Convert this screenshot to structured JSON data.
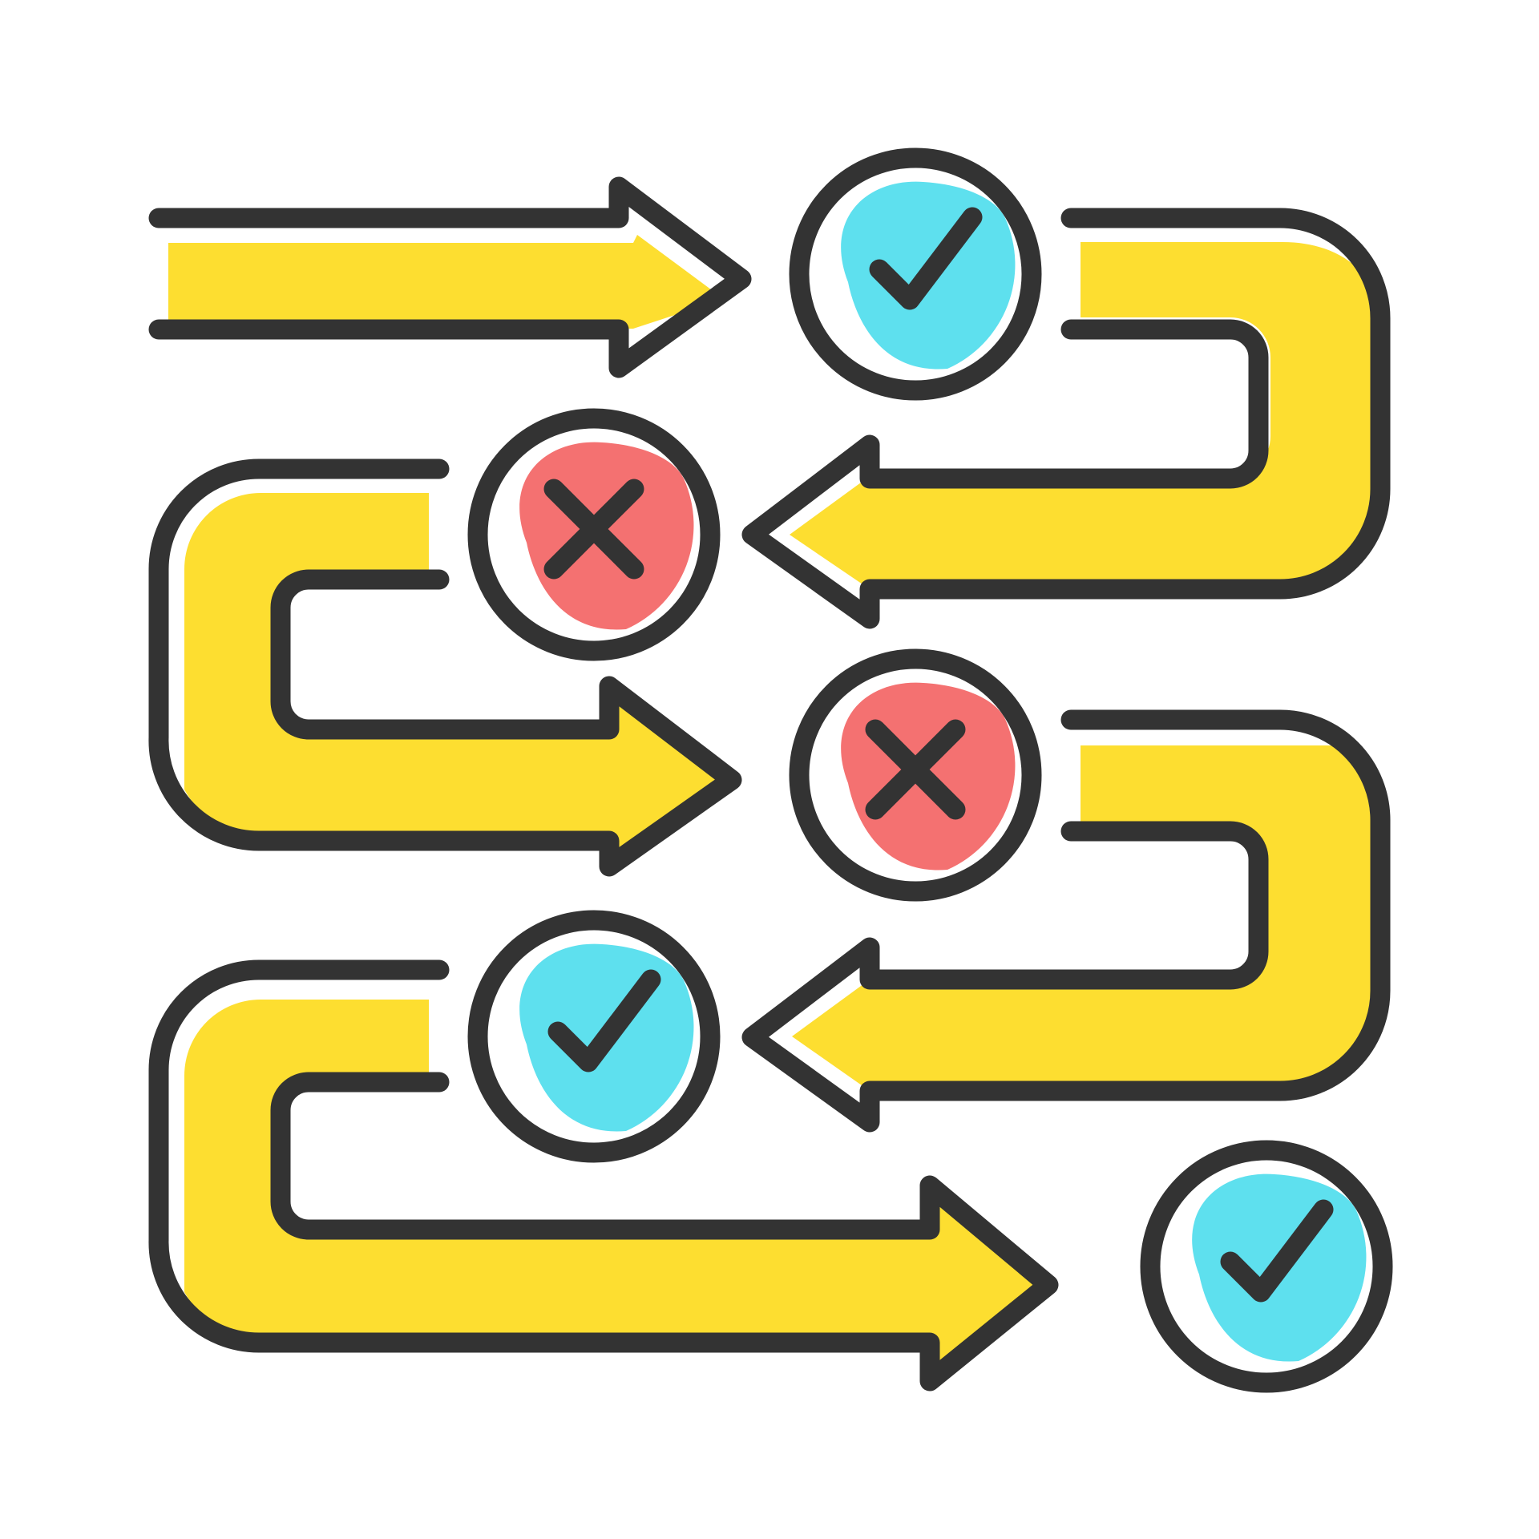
{
  "diagram": {
    "type": "process-flow",
    "colors": {
      "outline": "#333333",
      "path": "#FDDE30",
      "success": "#5EE0EE",
      "failure": "#F47171",
      "background": "#FFFFFF"
    },
    "steps": [
      {
        "order": 1,
        "status": "success",
        "icon": "check-icon"
      },
      {
        "order": 2,
        "status": "failure",
        "icon": "cross-icon"
      },
      {
        "order": 3,
        "status": "failure",
        "icon": "cross-icon"
      },
      {
        "order": 4,
        "status": "success",
        "icon": "check-icon"
      },
      {
        "order": 5,
        "status": "success",
        "icon": "check-icon"
      }
    ]
  }
}
